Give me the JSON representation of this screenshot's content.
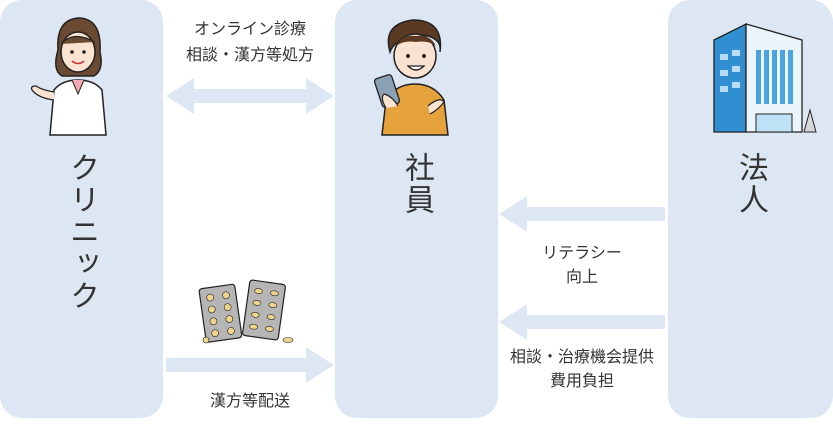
{
  "nodes": {
    "clinic": {
      "label": "クリニック",
      "icon": "doctor-icon"
    },
    "employee": {
      "label": "社員",
      "icon": "person-with-phone-icon"
    },
    "company": {
      "label": "法人",
      "icon": "office-building-icon"
    }
  },
  "edges": {
    "online_consult": {
      "line1": "オンライン診療",
      "line2": "相談・漢方等処方"
    },
    "delivery": {
      "label": "漢方等配送",
      "icon": "medicine-blister-pack-icon"
    },
    "literacy": {
      "line1": "リテラシー",
      "line2": "向上"
    },
    "support": {
      "line1": "相談・治療機会提供",
      "line2": "費用負担"
    }
  },
  "colors": {
    "panel": "#dde7f3",
    "arrow": "#dde7f3",
    "text": "#333333"
  }
}
